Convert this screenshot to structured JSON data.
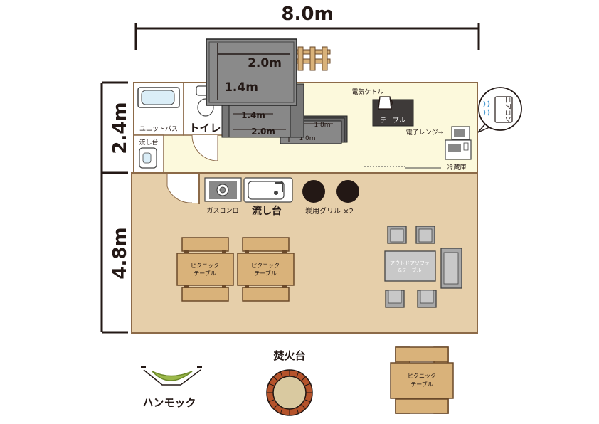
{
  "dimensions": {
    "width": "8.0m",
    "upper_height": "2.4m",
    "lower_height": "4.8m"
  },
  "stacked_items": {
    "large_label_w": "2.0m",
    "large_label_h": "1.4m",
    "mid_label_w": "1.4m",
    "mid2_label_w": "2.0m",
    "small_label_w": "1.8m",
    "small_label_h": "1.0m"
  },
  "rooms": {
    "unit_bath": "ユニットバス",
    "toilet": "トイレ",
    "sink_small": "流し台"
  },
  "upper_area": {
    "kettle": "電気ケトル",
    "table": "テーブル",
    "microwave": "電子レンジ→",
    "fridge": "冷蔵庫",
    "aircon": "エアコン"
  },
  "kitchen": {
    "gas_stove": "ガスコンロ",
    "sink": "流し台",
    "grill": "炭用グリル ×2"
  },
  "furniture": {
    "picnic_table_line1": "ピクニック",
    "picnic_table_line2": "テーブル",
    "sofa_line1": "アウトドアソファ",
    "sofa_line2": "&テーブル"
  },
  "outside": {
    "hammock": "ハンモック",
    "firepit": "焚火台",
    "picnic_line1": "ピクニック",
    "picnic_line2": "テーブル"
  }
}
